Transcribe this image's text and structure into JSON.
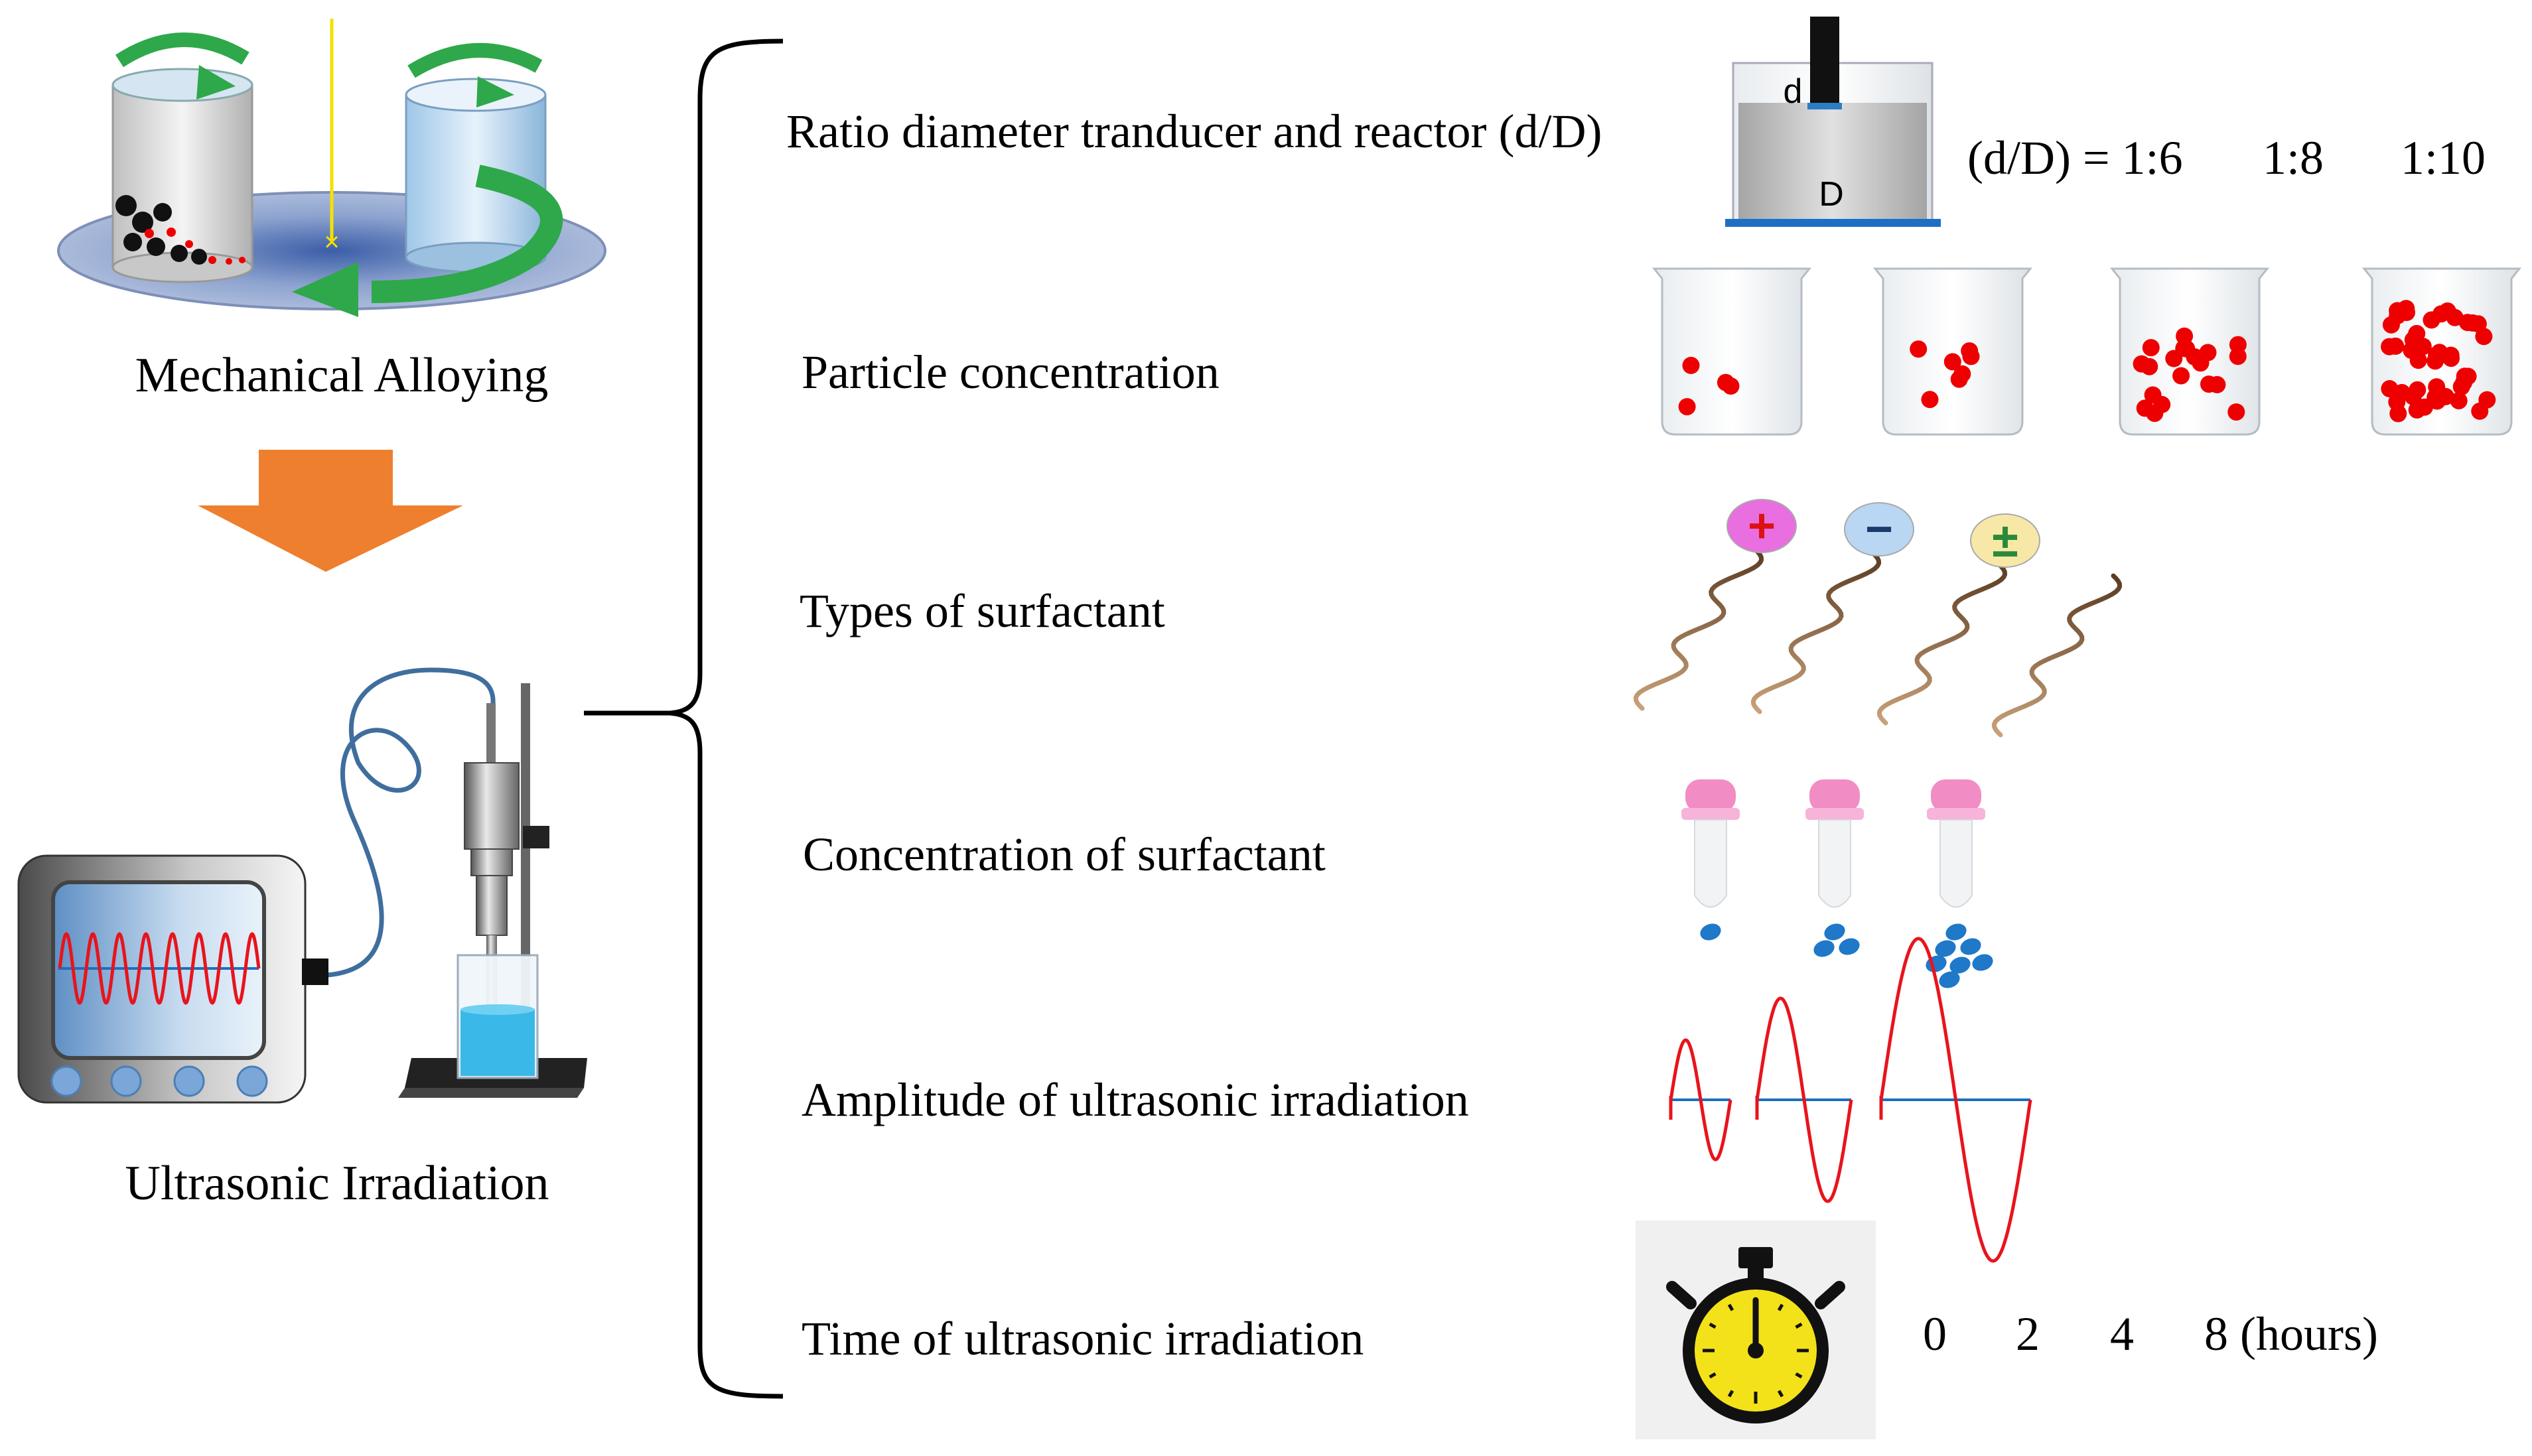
{
  "left": {
    "step1": "Mechanical Alloying",
    "step2": "Ultrasonic Irradiation"
  },
  "params": [
    "Ratio diameter tranducer and reactor (d/D)",
    "Particle concentration",
    "Types of surfactant",
    "Concentration of surfactant",
    "Amplitude of ultrasonic irradiation",
    "Time of ultrasonic irradiation"
  ],
  "ratio": {
    "label_small": "d",
    "label_big": "D",
    "values": [
      "(d/D) = 1:6",
      "1:8",
      "1:10"
    ]
  },
  "particle_counts": [
    4,
    7,
    20,
    45
  ],
  "surfactant_charges": [
    "+",
    "−",
    "±",
    ""
  ],
  "dropper_drops": [
    1,
    3,
    7
  ],
  "amplitude_levels": [
    1,
    1.7,
    2.7
  ],
  "times": [
    "0",
    "2",
    "4",
    "8 (hours)"
  ],
  "colors": {
    "arrow_green": "#2ea84a",
    "arrow_orange": "#ee7f2e",
    "particle_red": "#ee0000",
    "wave_red": "#e8141c",
    "water_blue": "#3ab8e8",
    "cable_blue": "#3f6e9e",
    "stopwatch_yellow": "#f3e21a"
  }
}
